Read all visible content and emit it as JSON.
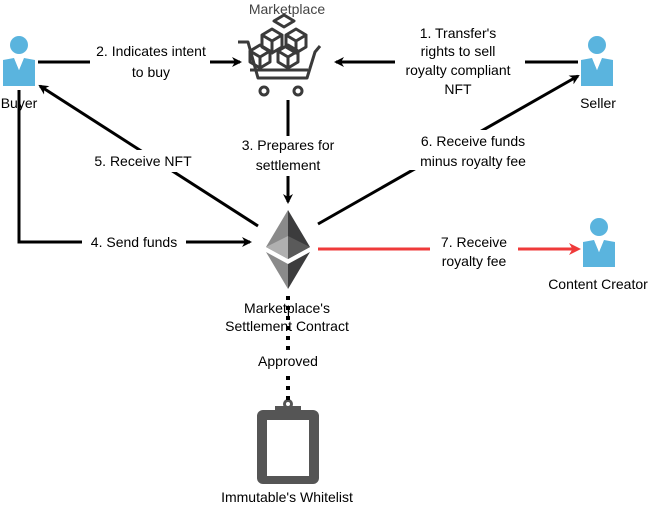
{
  "nodes": {
    "buyer": "Buyer",
    "seller": "Seller",
    "marketplace": "Marketplace",
    "creator": "Content Creator",
    "contract_line1": "Marketplace's",
    "contract_line2": "Settlement Contract",
    "whitelist": "Immutable's Whitelist"
  },
  "edges": {
    "e1": [
      "1. Transfer's",
      "rights to sell",
      "royalty compliant",
      "NFT"
    ],
    "e2": [
      "2. Indicates intent",
      "to buy"
    ],
    "e3": [
      "3. Prepares for",
      "settlement"
    ],
    "e4": "4. Send funds",
    "e5": "5. Receive NFT",
    "e6": [
      "6. Receive funds",
      "minus royalty fee"
    ],
    "e7": [
      "7. Receive",
      "royalty fee"
    ],
    "approved": "Approved"
  },
  "colors": {
    "person": "#5ab4de",
    "arrow": "#000000",
    "royalty_arrow": "#ef3a3a",
    "eth_dark": "#3c3c3d",
    "eth_mid": "#8c8c8c",
    "clipboard": "#555555"
  },
  "icons": {
    "buyer": "person-icon",
    "seller": "person-icon",
    "creator": "person-icon",
    "marketplace": "cart-icon",
    "contract": "ethereum-icon",
    "whitelist": "clipboard-icon"
  }
}
